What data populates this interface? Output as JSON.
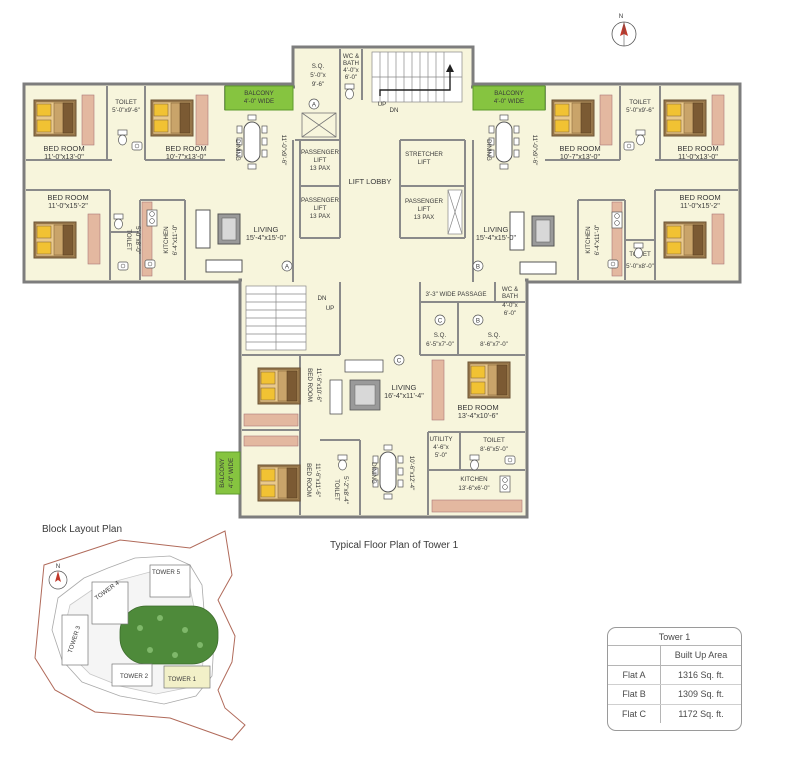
{
  "plan_title": "Typical Floor Plan of Tower 1",
  "block_title": "Block Layout Plan",
  "north_label": "N",
  "colors": {
    "floor": "#f7f5dc",
    "wall": "#7d7d7d",
    "balcony": "#86c440",
    "bed_wood": "#9a7a4e",
    "bed_pillow": "#f1c233",
    "counter": "#e3b8a0",
    "lawn": "#4e8a3a",
    "site_line": "#b06a5a"
  },
  "rooms": {
    "a_bed1": "BED ROOM",
    "a_bed1_dim": "11'-0\"x13'-0\"",
    "a_toilet1": "TOILET",
    "a_toilet1_dim": "5'-0\"x9'-6\"",
    "a_bed2": "BED ROOM",
    "a_bed2_dim": "10'-7\"x13'-0\"",
    "a_balcony": "BALCONY",
    "a_balcony_dim": "4'-0\" WIDE",
    "a_dining": "DINING",
    "a_dining_dim": "11'-0\"x9'-6\"",
    "a_bed3": "BED ROOM",
    "a_bed3_dim": "11'-0\"x15'-2\"",
    "a_toilet2": "TOILET",
    "a_toilet2_dim": "5'-0\"x8'-0\"",
    "a_kitchen": "KITCHEN",
    "a_kitchen_dim": "6'-4\"x11'-0\"",
    "a_living": "LIVING",
    "a_living_dim": "15'-4\"x15'-0\"",
    "sq1": "S.Q.",
    "sq1_dim1": "5'-0\"x",
    "sq1_dim2": "9'-6\"",
    "wc1": "WC &",
    "wc1_b": "BATH",
    "wc1_dim1": "4'-0\"x",
    "wc1_dim2": "6'-0\"",
    "stair_up": "UP",
    "stair_dn": "DN",
    "pl1_a": "PASSENGER",
    "pl1_b": "LIFT",
    "pl1_c": "13 PAX",
    "pl2_a": "PASSENGER",
    "pl2_b": "LIFT",
    "pl2_c": "13 PAX",
    "pl3_a": "PASSENGER",
    "pl3_b": "LIFT",
    "pl3_c": "13 PAX",
    "stretcher_a": "STRETCHER",
    "stretcher_b": "LIFT",
    "lobby": "LIFT LOBBY",
    "b_balcony": "BALCONY",
    "b_balcony_dim": "4'-0\" WIDE",
    "b_dining": "DINING",
    "b_dining_dim": "11'-0\"x9'-6\"",
    "b_bed1": "BED ROOM",
    "b_bed1_dim": "10'-7\"x13'-0\"",
    "b_toilet1": "TOILET",
    "b_toilet1_dim": "5'-0\"x9'-6\"",
    "b_bed2": "BED ROOM",
    "b_bed2_dim": "11'-0\"x13'-0\"",
    "b_bed3": "BED ROOM",
    "b_bed3_dim": "11'-0\"x15'-2\"",
    "b_kitchen": "KITCHEN",
    "b_kitchen_dim": "6'-4\"x11'-0\"",
    "b_toilet2": "TOILET",
    "b_toilet2_dim": "5'-0\"x8'-0\"",
    "b_living": "LIVING",
    "b_living_dim": "15'-4\"x15'-0\"",
    "stair2_dn": "DN",
    "stair2_up": "UP",
    "passage": "3'-3\" WIDE PASSAGE",
    "wc2": "WC &",
    "wc2_b": "BATH",
    "wc2_dim1": "4'-0\"x",
    "wc2_dim2": "6'-0\"",
    "sq2": "S.Q.",
    "sq2_dim": "6'-5\"x7'-0\"",
    "sq3": "S.Q.",
    "sq3_dim": "8'-6\"x7'-0\"",
    "c_bed1": "BED ROOM",
    "c_bed1_dim": "11'-6\"x10'-6\"",
    "c_living": "LIVING",
    "c_living_dim": "16'-4\"x11'-4\"",
    "c_bed2": "BED ROOM",
    "c_bed2_dim": "13'-4\"x10'-6\"",
    "c_utility": "UTILITY",
    "c_utility_dim1": "4'-6\"x",
    "c_utility_dim2": "5'-0\"",
    "c_toilet1": "TOILET",
    "c_toilet1_dim": "8'-6\"x5'-0\"",
    "c_balcony": "BALCONY",
    "c_balcony_dim": "4'-0\" WIDE",
    "c_bed3": "BED ROOM",
    "c_bed3_dim": "11'-6\"x11'-6\"",
    "c_toilet2": "TOILET",
    "c_toilet2_dim": "5'-2\"x8'-4\"",
    "c_dining": "DINING",
    "c_dining_dim": "10'-6\"x12'-4\"",
    "c_kitchen": "KITCHEN",
    "c_kitchen_dim": "13'-6\"x6'-0\""
  },
  "flat_markers": [
    "A",
    "B",
    "C"
  ],
  "towers": [
    "TOWER 5",
    "TOWER 4",
    "TOWER 3",
    "TOWER 2",
    "TOWER 1"
  ],
  "area_table": {
    "title": "Tower 1",
    "header": "Built Up Area",
    "rows": [
      {
        "flat": "Flat A",
        "area": "1316 Sq. ft."
      },
      {
        "flat": "Flat B",
        "area": "1309 Sq. ft."
      },
      {
        "flat": "Flat C",
        "area": "1172 Sq. ft."
      }
    ]
  }
}
